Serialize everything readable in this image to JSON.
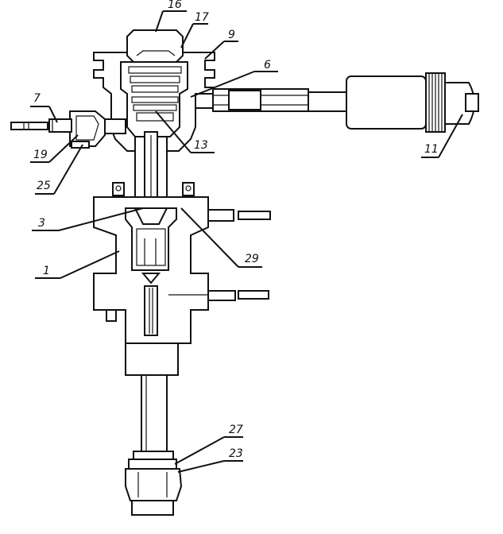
{
  "figure": {
    "labels": {
      "l16": "16",
      "l17": "17",
      "l9": "9",
      "l6": "6",
      "l7": "7",
      "l13": "13",
      "l19": "19",
      "l25": "25",
      "l11": "11",
      "l3": "3",
      "l29": "29",
      "l1": "1",
      "l27": "27",
      "l23": "23"
    }
  }
}
